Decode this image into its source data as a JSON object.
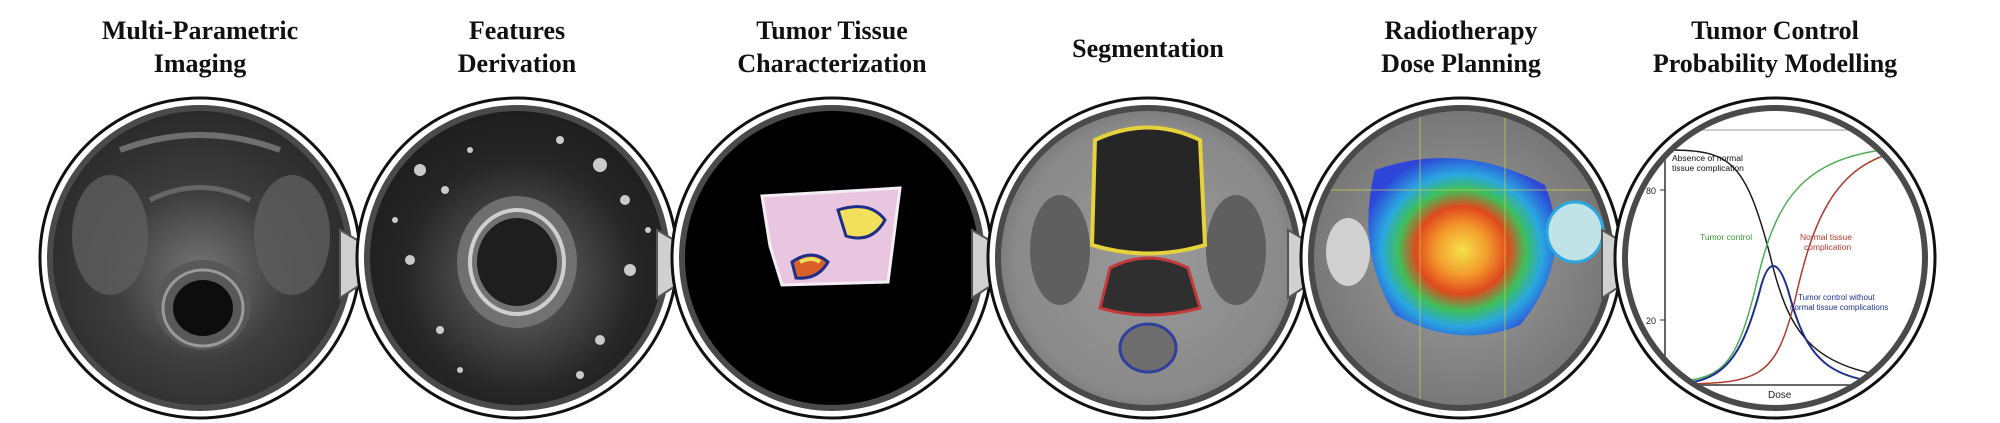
{
  "steps": [
    {
      "line1": "Multi-Parametric",
      "line2": "Imaging"
    },
    {
      "line1": "Features",
      "line2": "Derivation"
    },
    {
      "line1": "Tumor Tissue",
      "line2": "Characterization"
    },
    {
      "line1": "Segmentation",
      "line2": ""
    },
    {
      "line1": "Radiotherapy",
      "line2": "Dose Planning"
    },
    {
      "line1": "Tumor Control",
      "line2": "Probability Modelling"
    }
  ],
  "tcp_chart": {
    "annotations": {
      "absence_line1": "Absence of normal",
      "absence_line2": "tissue complication",
      "tumor_control": "Tumor control",
      "ntc_line1": "Normal tissue",
      "ntc_line2": "complication",
      "tcw_line1": "Tumor control without",
      "tcw_line2": "normal tissue complications"
    },
    "y_ticks": [
      "80",
      "20"
    ],
    "xlabel": "Dose",
    "colors": {
      "absence": "#1a1a1a",
      "tumor_control": "#4caf50",
      "normal_tissue": "#b03a2e",
      "tcw": "#1f2f8f"
    }
  },
  "colors": {
    "panel_ring": "#4a4a4a",
    "panel_border": "#111111",
    "connector": "#c8c8c8"
  }
}
